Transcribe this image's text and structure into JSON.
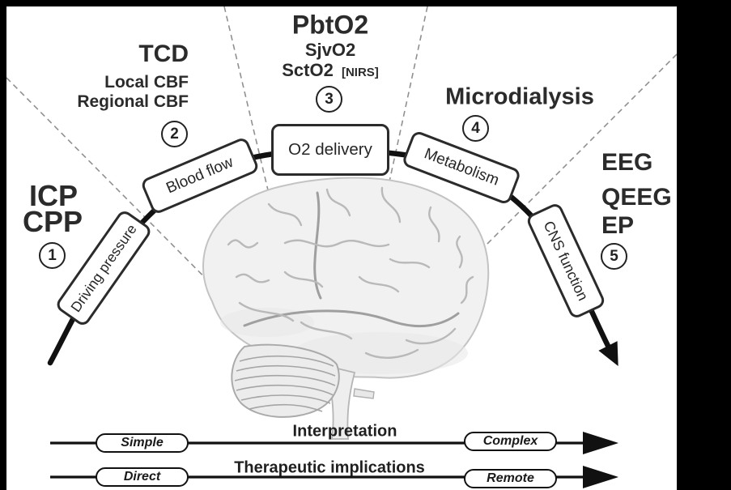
{
  "figure": {
    "modalities": {
      "icp": "ICP",
      "cpp": "CPP",
      "tcd": "TCD",
      "local_cbf": "Local CBF",
      "regional_cbf": "Regional CBF",
      "pbto2": "PbtO2",
      "sjvo2": "SjvO2",
      "scto2": "SctO2",
      "scto2_suffix": "[NIRS]",
      "microdialysis": "Microdialysis",
      "eeg": "EEG",
      "qeeg": "QEEG",
      "ep": "EP"
    },
    "stages": [
      {
        "num": "1",
        "label": "Driving pressure"
      },
      {
        "num": "2",
        "label": "Blood flow"
      },
      {
        "num": "3",
        "label": "O2 delivery"
      },
      {
        "num": "4",
        "label": "Metabolism"
      },
      {
        "num": "5",
        "label": "CNS function"
      }
    ],
    "axes": [
      {
        "title": "Interpretation",
        "start": "Simple",
        "end": "Complex"
      },
      {
        "title": "Therapeutic implications",
        "start": "Direct",
        "end": "Remote"
      }
    ],
    "colors": {
      "ink": "#2b2b2b",
      "dash": "#909090",
      "arc": "#111111",
      "frame": "#000000"
    }
  }
}
